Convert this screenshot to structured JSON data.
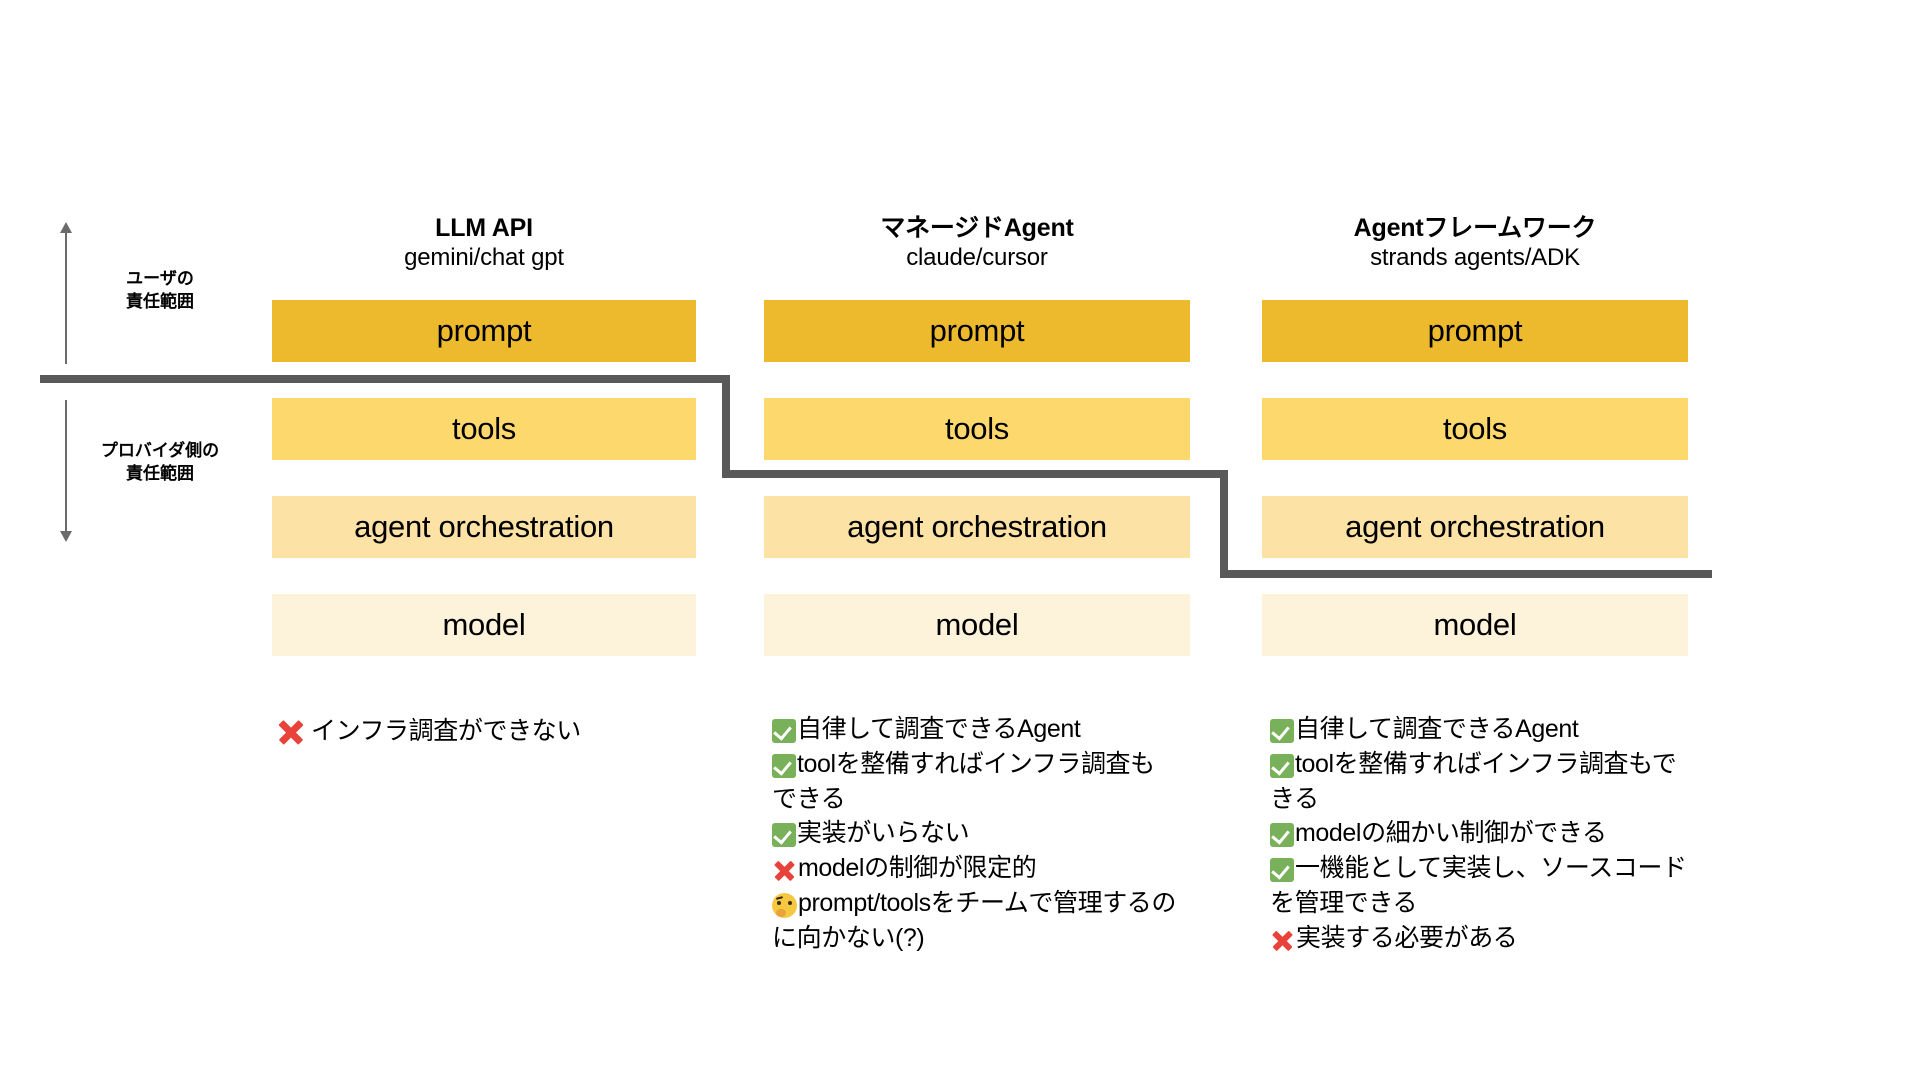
{
  "axis": {
    "upper": {
      "label": "ユーザの\n責任範囲",
      "direction": "up",
      "icon": "arrow-up-icon"
    },
    "lower": {
      "label": "プロバイダ側の\n責任範囲",
      "direction": "down",
      "icon": "arrow-down-icon"
    }
  },
  "colors": {
    "prompt": "#ecba2c",
    "tools": "#fdd96d",
    "agent_orchestration": "#fce2a4",
    "model": "#fdf2da",
    "boundary_line": "#595959",
    "arrow": "#6b6b6b",
    "check": "#78b159",
    "cross": "#e8423b",
    "think": "#f6c842"
  },
  "layers": [
    "prompt",
    "tools",
    "agent orchestration",
    "model"
  ],
  "columns": [
    {
      "title": "LLM API",
      "subtitle": "gemini/chat gpt",
      "bars": [
        "prompt",
        "tools",
        "agent orchestration",
        "model"
      ],
      "boundary_after": "prompt",
      "notes": [
        {
          "icon": "cross-mark-icon",
          "text": "インフラ調査ができない"
        }
      ]
    },
    {
      "title": "マネージドAgent",
      "subtitle": "claude/cursor",
      "bars": [
        "prompt",
        "tools",
        "agent orchestration",
        "model"
      ],
      "boundary_after": "tools",
      "notes": [
        {
          "icon": "check-mark-icon",
          "text": "自律して調査できるAgent"
        },
        {
          "icon": "check-mark-icon",
          "text": "toolを整備すればインフラ調査もできる"
        },
        {
          "icon": "check-mark-icon",
          "text": "実装がいらない"
        },
        {
          "icon": "cross-mark-icon",
          "text": "modelの制御が限定的"
        },
        {
          "icon": "thinking-face-icon",
          "text": "prompt/toolsをチームで管理するのに向かない(?)"
        }
      ]
    },
    {
      "title": "Agentフレームワーク",
      "subtitle": "strands agents/ADK",
      "bars": [
        "prompt",
        "tools",
        "agent orchestration",
        "model"
      ],
      "boundary_after": "agent orchestration",
      "notes": [
        {
          "icon": "check-mark-icon",
          "text": "自律して調査できるAgent"
        },
        {
          "icon": "check-mark-icon",
          "text": "toolを整備すればインフラ調査もできる"
        },
        {
          "icon": "check-mark-icon",
          "text": "modelの細かい制御ができる"
        },
        {
          "icon": "check-mark-icon",
          "text": "一機能として実装し、ソースコードを管理できる"
        },
        {
          "icon": "cross-mark-icon",
          "text": "実装する必要がある"
        }
      ]
    }
  ]
}
